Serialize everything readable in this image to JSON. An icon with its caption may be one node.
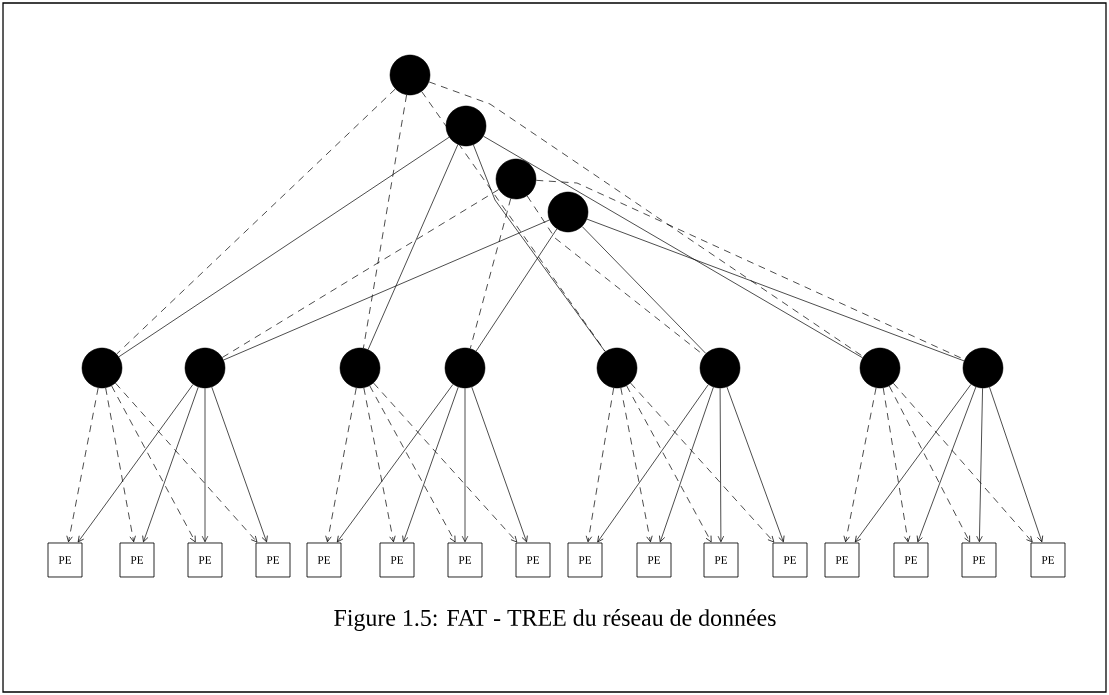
{
  "diagram": {
    "caption": "Figure 1.5: FAT - TREE du réseau de données",
    "nodes": [
      {
        "text": [],
        "shape": "circle"
      },
      {
        "text": [],
        "shape": "circle"
      },
      {
        "text": [],
        "shape": "circle"
      },
      {
        "text": [],
        "shape": "circle"
      },
      {
        "text": [],
        "shape": "circle"
      },
      {
        "text": [],
        "shape": "circle"
      },
      {
        "text": [],
        "shape": "circle"
      },
      {
        "text": [],
        "shape": "circle"
      },
      {
        "text": [],
        "shape": "circle"
      },
      {
        "text": [],
        "shape": "circle"
      },
      {
        "text": [],
        "shape": "circle"
      },
      {
        "text": [],
        "shape": "circle"
      },
      {
        "text": [
          "PE"
        ]
      },
      {
        "text": [
          "PE"
        ]
      },
      {
        "text": [
          "PE"
        ]
      },
      {
        "text": [
          "PE"
        ]
      },
      {
        "text": [
          "PE"
        ]
      },
      {
        "text": [
          "PE"
        ]
      },
      {
        "text": [
          "PE"
        ]
      },
      {
        "text": [
          "PE"
        ]
      },
      {
        "text": [
          "PE"
        ]
      },
      {
        "text": [
          "PE"
        ]
      },
      {
        "text": [
          "PE"
        ]
      },
      {
        "text": [
          "PE"
        ]
      },
      {
        "text": [
          "PE"
        ]
      },
      {
        "text": [
          "PE"
        ]
      },
      {
        "text": [
          "PE"
        ]
      },
      {
        "text": [
          "PE"
        ]
      }
    ],
    "edges": [
      {
        "from": 0,
        "to": 4,
        "arrow": "none",
        "style": "dashed"
      },
      {
        "from": 0,
        "to": 6,
        "arrow": "none",
        "style": "dashed"
      },
      {
        "from": 0,
        "to": 8,
        "arrow": "none",
        "style": "dashed"
      },
      {
        "from": 0,
        "to": 10,
        "arrow": "none",
        "style": "dashed"
      },
      {
        "from": 1,
        "to": 4,
        "arrow": "none"
      },
      {
        "from": 1,
        "to": 6,
        "arrow": "none"
      },
      {
        "from": 1,
        "to": 8,
        "arrow": "none"
      },
      {
        "from": 1,
        "to": 10,
        "arrow": "none"
      },
      {
        "from": 2,
        "to": 5,
        "arrow": "none",
        "style": "dashed"
      },
      {
        "from": 2,
        "to": 7,
        "arrow": "none",
        "style": "dashed"
      },
      {
        "from": 2,
        "to": 9,
        "arrow": "none",
        "style": "dashed"
      },
      {
        "from": 2,
        "to": 11,
        "arrow": "none",
        "style": "dashed"
      },
      {
        "from": 3,
        "to": 5,
        "arrow": "none"
      },
      {
        "from": 3,
        "to": 7,
        "arrow": "none"
      },
      {
        "from": 3,
        "to": 9,
        "arrow": "none"
      },
      {
        "from": 3,
        "to": 11,
        "arrow": "none"
      },
      {
        "from": 4,
        "to": 12,
        "arrow": "to",
        "style": "dashed"
      },
      {
        "from": 4,
        "to": 13,
        "arrow": "to",
        "style": "dashed"
      },
      {
        "from": 4,
        "to": 14,
        "arrow": "to",
        "style": "dashed"
      },
      {
        "from": 4,
        "to": 15,
        "arrow": "to",
        "style": "dashed"
      },
      {
        "from": 5,
        "to": 12,
        "arrow": "to"
      },
      {
        "from": 5,
        "to": 13,
        "arrow": "to"
      },
      {
        "from": 5,
        "to": 14,
        "arrow": "to"
      },
      {
        "from": 5,
        "to": 15,
        "arrow": "to"
      },
      {
        "from": 6,
        "to": 16,
        "arrow": "to",
        "style": "dashed"
      },
      {
        "from": 6,
        "to": 17,
        "arrow": "to",
        "style": "dashed"
      },
      {
        "from": 6,
        "to": 18,
        "arrow": "to",
        "style": "dashed"
      },
      {
        "from": 6,
        "to": 19,
        "arrow": "to",
        "style": "dashed"
      },
      {
        "from": 7,
        "to": 16,
        "arrow": "to"
      },
      {
        "from": 7,
        "to": 17,
        "arrow": "to"
      },
      {
        "from": 7,
        "to": 18,
        "arrow": "to"
      },
      {
        "from": 7,
        "to": 19,
        "arrow": "to"
      },
      {
        "from": 8,
        "to": 20,
        "arrow": "to",
        "style": "dashed"
      },
      {
        "from": 8,
        "to": 21,
        "arrow": "to",
        "style": "dashed"
      },
      {
        "from": 8,
        "to": 22,
        "arrow": "to",
        "style": "dashed"
      },
      {
        "from": 8,
        "to": 23,
        "arrow": "to",
        "style": "dashed"
      },
      {
        "from": 9,
        "to": 20,
        "arrow": "to"
      },
      {
        "from": 9,
        "to": 21,
        "arrow": "to"
      },
      {
        "from": 9,
        "to": 22,
        "arrow": "to"
      },
      {
        "from": 9,
        "to": 23,
        "arrow": "to"
      },
      {
        "from": 10,
        "to": 24,
        "arrow": "to",
        "style": "dashed"
      },
      {
        "from": 10,
        "to": 25,
        "arrow": "to",
        "style": "dashed"
      },
      {
        "from": 10,
        "to": 26,
        "arrow": "to",
        "style": "dashed"
      },
      {
        "from": 10,
        "to": 27,
        "arrow": "to",
        "style": "dashed"
      },
      {
        "from": 11,
        "to": 24,
        "arrow": "to"
      },
      {
        "from": 11,
        "to": 25,
        "arrow": "to"
      },
      {
        "from": 11,
        "to": 26,
        "arrow": "to"
      },
      {
        "from": 11,
        "to": 27,
        "arrow": "to"
      }
    ]
  }
}
